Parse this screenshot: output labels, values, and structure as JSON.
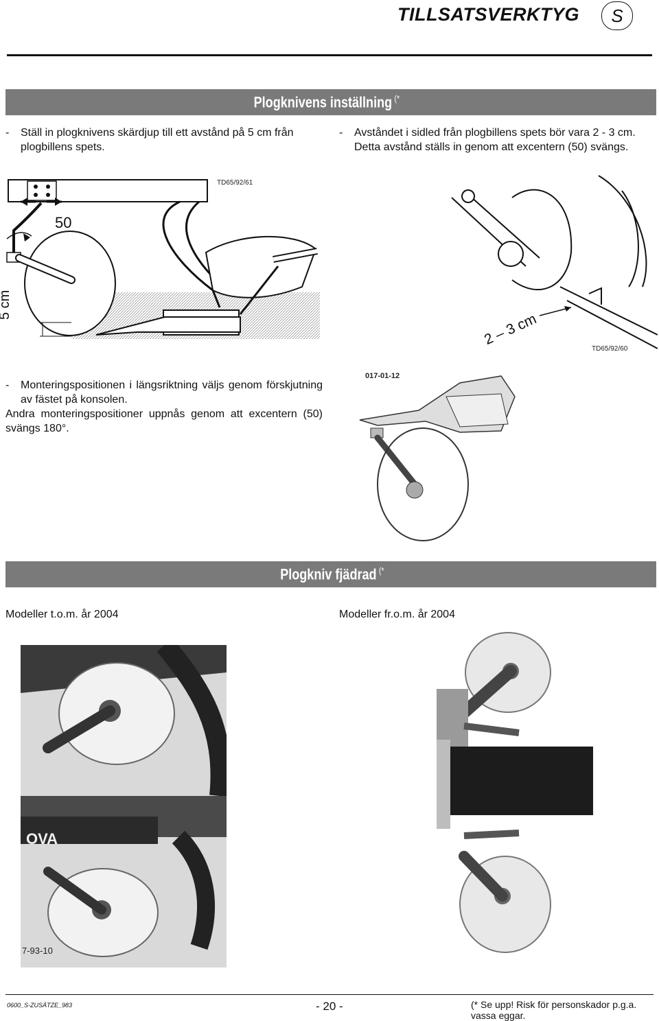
{
  "header": {
    "title": "TILLSATSVERKTYG",
    "lang_code": "S"
  },
  "section1": {
    "heading": "Plogknivens inställning",
    "heading_note": "(*",
    "left_text": "Ställ in plogknivens skärdjup till ett avstånd på 5 cm från plogbillens spets.",
    "right_text": "Avståndet i sidled från plogbillens spets bör vara 2 - 3 cm. Detta avstånd ställs in genom att excentern (50) svängs."
  },
  "figure_left": {
    "ref": "TD65/92/61",
    "label_50": "50",
    "label_5cm": "5 cm"
  },
  "figure_right": {
    "ref": "TD65/92/60",
    "label_23cm": "2 – 3 cm"
  },
  "mounting": {
    "text1": "Monteringspositionen i längsriktning väljs genom förskjutning av fästet på konsolen.",
    "text2": "Andra monteringspositioner uppnås genom att excentern (50) svängs 180°.",
    "figure_ref": "017-01-12"
  },
  "section2": {
    "heading": "Plogkniv fjädrad",
    "heading_note": "(*",
    "left_label": "Modeller t.o.m. år 2004",
    "right_label": "Modeller fr.o.m. år 2004",
    "photo_left_ref": "7-93-10",
    "photo_left_brand": "OVA"
  },
  "footer": {
    "doc_code": "0600_S-ZUSÄTZE_983",
    "page": "- 20 -",
    "note": "(* Se upp! Risk för personskador p.g.a. vassa eggar."
  }
}
